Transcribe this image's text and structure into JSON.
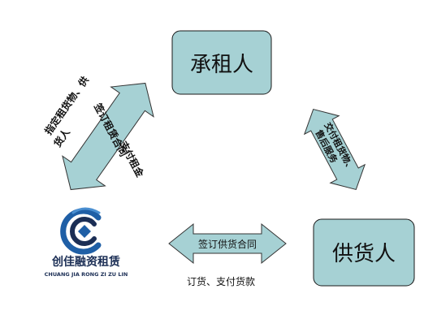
{
  "nodes": {
    "lessee": "承租人",
    "supplier": "供货人"
  },
  "labels": {
    "left_outer": [
      "指定租货物、供",
      "货人"
    ],
    "left_arrow": "签订租赁合同",
    "left_arrow_2": "支付租金",
    "right_arrow": [
      "交付租货物、",
      "售后服务"
    ],
    "bottom_arrow": "签订供货合同",
    "bottom_caption": "订货、支付货款"
  },
  "brand": {
    "name_cn": "创佳融资租赁",
    "name_en": "CHUANG JIA RONG ZI ZU LIN"
  },
  "colors": {
    "box_fill": "#a6d1d4",
    "box_stroke": "#1a1a1a",
    "arrow_fill": "#a6d1d4",
    "logo_blue": "#1f5fa6",
    "logo_navy": "#1b2e55"
  }
}
